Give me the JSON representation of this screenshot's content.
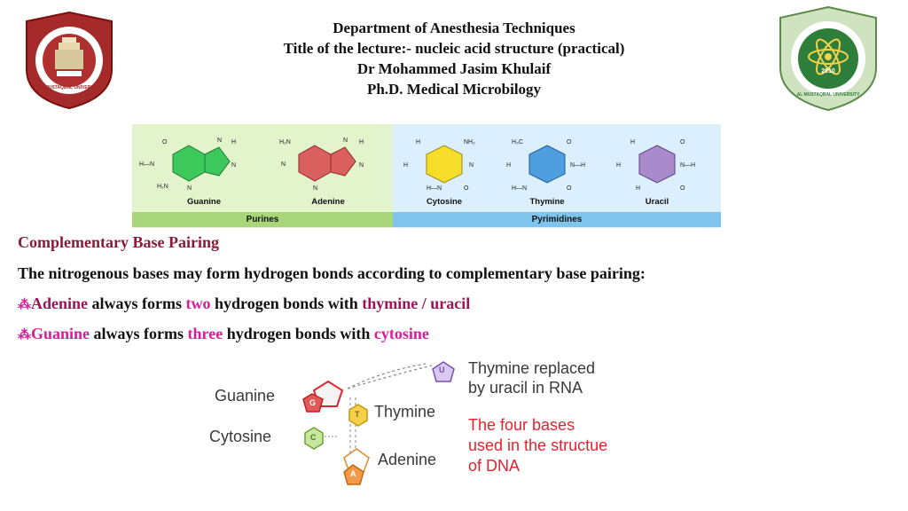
{
  "header": {
    "line1": "Department of Anesthesia Techniques",
    "line2": "Title of the lecture:- nucleic acid structure (practical)",
    "line3": "Dr Mohammed Jasim Khulaif",
    "line4": "Ph.D. Medical Microbilogy"
  },
  "logo_left": {
    "text": "AL MUSTAQBAL UNIVERSITY"
  },
  "logo_right": {
    "text": "AL MUSTAQBAL UNIVERSITY",
    "year": "2010"
  },
  "bases_figure": {
    "purines_label": "Purines",
    "pyrimidines_label": "Pyrimidines",
    "bases": [
      "Guanine",
      "Adenine",
      "Cytosine",
      "Thymine",
      "Uracil"
    ],
    "colors": {
      "guanine": "#3cc85a",
      "adenine": "#d9605e",
      "cytosine": "#f5dd2a",
      "thymine": "#4f9fe0",
      "uracil": "#a98bcc"
    }
  },
  "content": {
    "section_title": "Complementary Base Pairing",
    "intro": "The nitrogenous bases may form hydrogen bonds according to complementary base pairing:",
    "bullet_symbol": "⁂",
    "line_a": {
      "base": "Adenine",
      "t1": " always forms ",
      "count": "two",
      "t2": " hydrogen bonds with ",
      "partner": "thymine / uracil"
    },
    "line_b": {
      "base": "Guanine",
      "t1": " always forms ",
      "count": "three",
      "t2": " hydrogen bonds with ",
      "partner": "cytosine"
    }
  },
  "pairing_diagram": {
    "guanine": "Guanine",
    "cytosine": "Cytosine",
    "thymine": "Thymine",
    "adenine": "Adenine",
    "uracil_note": "Thymine replaced\nby uracil in RNA",
    "four_bases_note": "The four bases\nused in the structue\nof DNA",
    "letters": {
      "g": "G",
      "c": "C",
      "t": "T",
      "a": "A",
      "u": "U"
    }
  }
}
